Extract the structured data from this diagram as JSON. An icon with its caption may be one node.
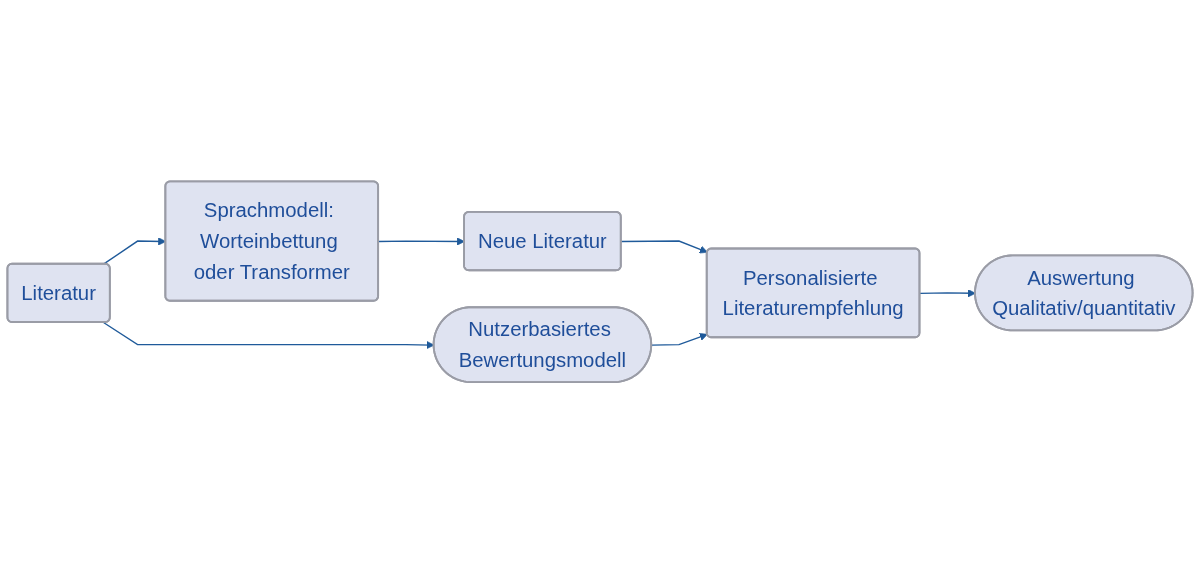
{
  "diagram": {
    "nodes": [
      {
        "text": [
          "Sprachmodell: Worteinbettung oder Transformer"
        ]
      },
      {
        "text": [
          "Literatur"
        ]
      },
      {
        "text": [
          "Neue Literatur"
        ]
      },
      {
        "text": [
          "Auswertung Qualitativ/quantitativ"
        ]
      },
      {
        "text": [
          "Nutzerbasiertes Bewertungsmodell"
        ]
      },
      {
        "text": [
          "Personalisierte Literaturempfehlung"
        ]
      }
    ],
    "edges": [
      {
        "from": 1,
        "to": 0,
        "arrow": "to"
      },
      {
        "from": 0,
        "to": 2,
        "arrow": "to"
      },
      {
        "from": 1,
        "to": 4,
        "arrow": "to"
      },
      {
        "from": 2,
        "to": 5,
        "arrow": "to"
      },
      {
        "from": 4,
        "to": 5,
        "arrow": "to"
      },
      {
        "from": 5,
        "to": 3,
        "arrow": "to"
      }
    ]
  }
}
